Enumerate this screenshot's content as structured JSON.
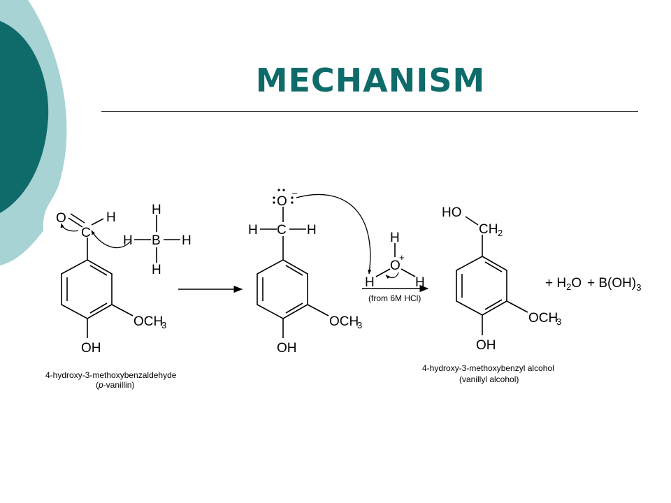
{
  "slide": {
    "title": "MECHANISM",
    "colors": {
      "title": "#0e6b69",
      "deco_dark": "#0e6b69",
      "deco_light": "#a7d3d4"
    }
  },
  "reactant": {
    "name": "4-hydroxy-3-methoxybenzaldehyde",
    "common_name_prefix": "(",
    "common_name_italic": "p",
    "common_name_rest": "-vanillin)"
  },
  "borohydride": {
    "atoms": [
      "H",
      "B",
      "H",
      "H",
      "H"
    ]
  },
  "intermediate": {
    "charge": "–"
  },
  "hydronium": {
    "charge": "+",
    "source": "(from 6M HCl)"
  },
  "product": {
    "name": "4-hydroxy-3-methoxybenzyl alcohol",
    "common_name": "(vanillyl alcohol)"
  },
  "byproducts": {
    "plus1": "+ H",
    "water_sub": "2",
    "water_tail": "O",
    "plus2": "+ B(OH)",
    "boric_sub": "3"
  },
  "labels": {
    "O": "O",
    "C": "C",
    "H": "H",
    "B": "B",
    "OCH": "OCH",
    "three": "3",
    "OH": "OH",
    "HO": "HO",
    "CH": "CH",
    "two": "2"
  }
}
